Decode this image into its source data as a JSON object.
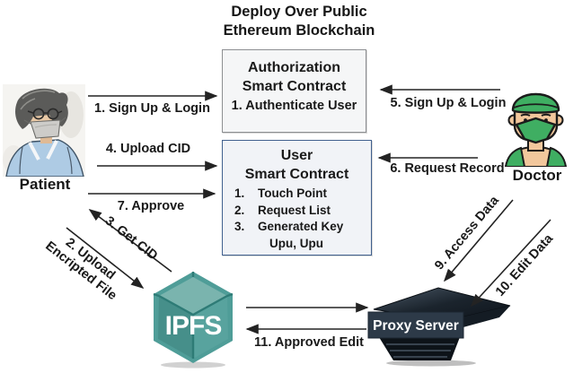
{
  "title": {
    "line1": "Deploy Over Public",
    "line2": "Ethereum Blockchain"
  },
  "auth_box": {
    "title_line1": "Authorization",
    "title_line2": "Smart Contract",
    "item": "1. Authenticate User"
  },
  "user_box": {
    "title_line1": "User",
    "title_line2": "Smart Contract",
    "items": [
      {
        "num": "1.",
        "text": "Touch Point"
      },
      {
        "num": "2.",
        "text": "Request List"
      },
      {
        "num": "3.",
        "text": "Generated Key"
      }
    ],
    "item3_continuation": "Upu, Upu"
  },
  "actors": {
    "patient": {
      "label": "Patient"
    },
    "doctor": {
      "label": "Doctor"
    }
  },
  "nodes": {
    "ipfs": {
      "label": "IPFS"
    },
    "proxy": {
      "label": "Proxy Server"
    }
  },
  "edges": {
    "e1": "1. Sign Up & Login",
    "e2_line1": "2. Upload",
    "e2_line2": "Encripted File",
    "e3": "3. Get CID",
    "e4": "4. Upload CID",
    "e5": "5. Sign Up & Login",
    "e6": "6. Request Record",
    "e7": "7. Approve",
    "e9": "9. Access Data",
    "e10": "10. Edit Data",
    "e11": "11. Approved Edit"
  },
  "colors": {
    "ipfs_teal": "#4f9d98",
    "ipfs_teal_light": "#7ab4ae",
    "ipfs_teal_dark": "#2e7b76",
    "doctor_green": "#3fae62",
    "skin": "#f2c79c",
    "proxy_band": "#2d3a48",
    "user_box_border": "#41618f",
    "arrow": "#232323"
  }
}
